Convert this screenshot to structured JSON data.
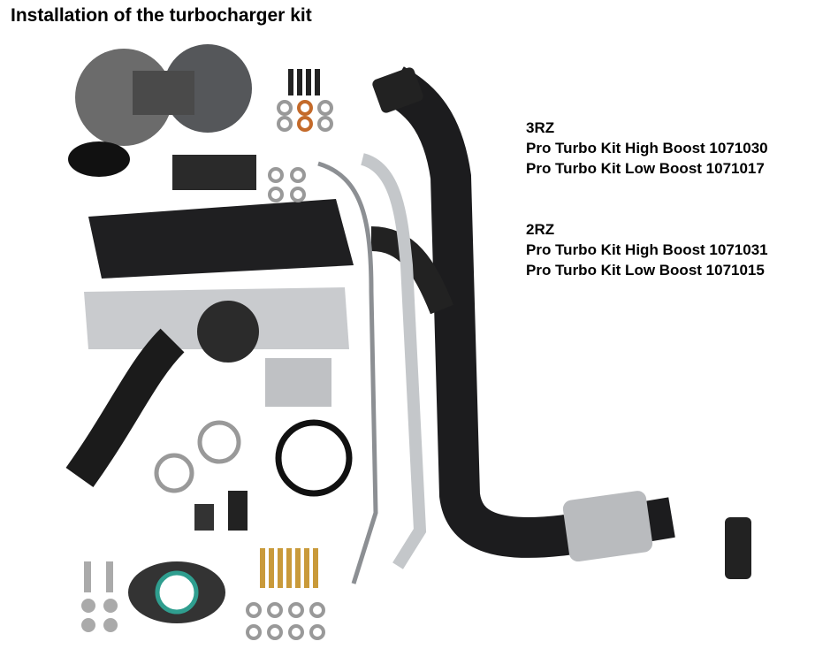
{
  "title": "Installation of the turbocharger kit",
  "kits": [
    {
      "engine": "3RZ",
      "lines": [
        "Pro Turbo Kit High Boost 1071030",
        "Pro Turbo Kit Low Boost 1071017"
      ]
    },
    {
      "engine": "2RZ",
      "lines": [
        "Pro Turbo Kit High Boost 1071031",
        "Pro Turbo Kit Low Boost 1071015"
      ]
    }
  ]
}
